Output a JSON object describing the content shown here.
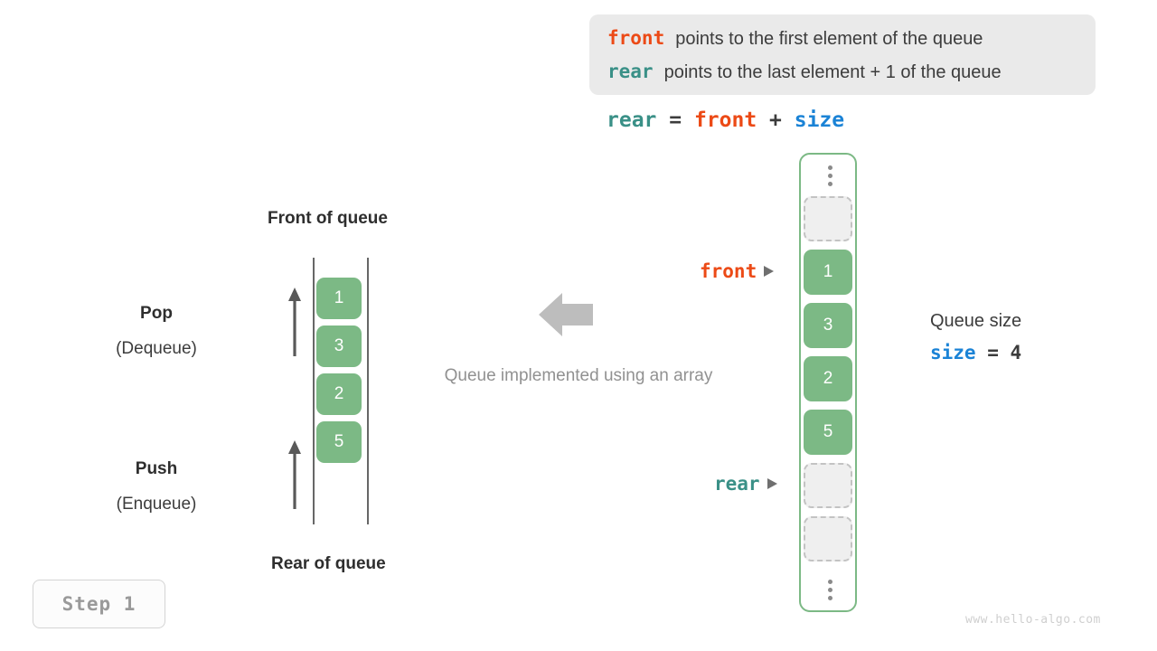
{
  "info_box": {
    "lines": [
      {
        "keyword": "front",
        "keyword_color": "#ec4a16",
        "text": "points to the first element of the queue"
      },
      {
        "keyword": "rear",
        "keyword_color": "#3a9087",
        "text": "points to the last element + 1 of the queue"
      }
    ]
  },
  "formula": {
    "lhs": "rear",
    "equals": " = ",
    "op1": "front",
    "plus": " + ",
    "op2": "size"
  },
  "left_queue": {
    "front_label": "Front of queue",
    "rear_label": "Rear of queue",
    "pop_label": "Pop",
    "pop_sub": "(Dequeue)",
    "push_label": "Push",
    "push_sub": "(Enqueue)",
    "cells": [
      "1",
      "3",
      "2",
      "5"
    ]
  },
  "center": {
    "caption": "Queue implemented using an array",
    "arrow_direction": "left",
    "arrow_color": "#bdbdbd"
  },
  "array": {
    "top_dots": "vertical-ellipsis",
    "bottom_dots": "vertical-ellipsis",
    "slots": [
      {
        "value": "",
        "state": "empty"
      },
      {
        "value": "1",
        "state": "filled"
      },
      {
        "value": "3",
        "state": "filled"
      },
      {
        "value": "2",
        "state": "filled"
      },
      {
        "value": "5",
        "state": "filled"
      },
      {
        "value": "",
        "state": "empty"
      },
      {
        "value": "",
        "state": "empty"
      }
    ],
    "front_pointer": "front",
    "rear_pointer": "rear",
    "border_color": "#7cb985",
    "filled_color": "#7cb985"
  },
  "size_panel": {
    "title": "Queue size",
    "var": "size",
    "equals": " = ",
    "value": "4"
  },
  "step": {
    "label": "Step 1"
  },
  "watermark": {
    "text": "www.hello-algo.com"
  }
}
